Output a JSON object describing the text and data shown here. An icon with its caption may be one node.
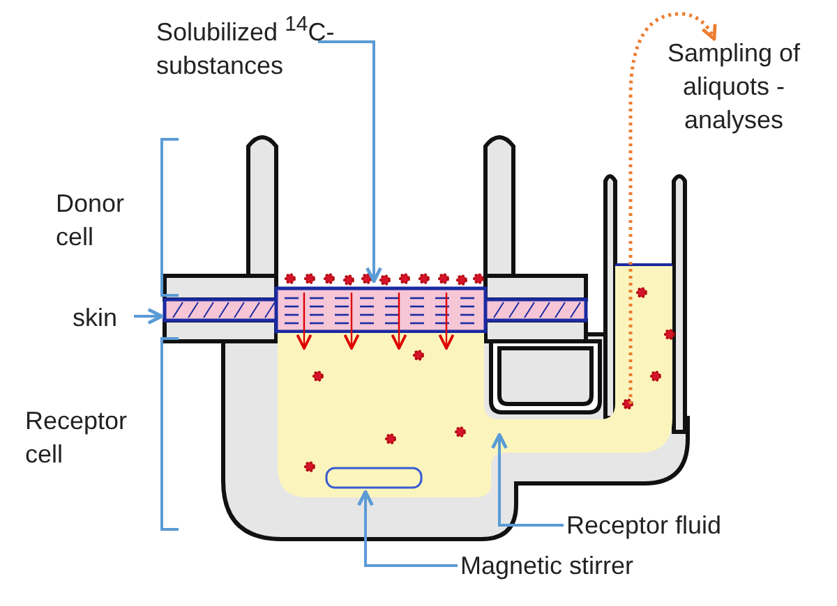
{
  "diagram": {
    "nodes": [
      {
        "text": [
          "Solubilized $^{14}$C-substances"
        ]
      },
      {
        "text": [],
        "shape": "bar"
      },
      {
        "text": [
          "skin"
        ]
      },
      {
        "text": [
          "Receptor fluid"
        ]
      },
      {
        "text": [],
        "shape": "picture"
      },
      {
        "text": [
          "Magnetic stirrer"
        ]
      },
      {
        "text": [],
        "shape": "cylinder",
        "in": 4
      },
      {
        "text": [
          "Sampling of aliquots - analyses"
        ]
      }
    ],
    "edges": [
      {
        "from": 0,
        "to": 1,
        "arrow": "to"
      },
      {
        "from": 2,
        "to": 1,
        "arrow": "to"
      },
      {
        "from": 3,
        "to": 4,
        "arrow": "to"
      },
      {
        "from": 5,
        "to": 6,
        "arrow": "to"
      },
      {
        "from": 4,
        "to": 7,
        "arrow": "to",
        "style": "dashed",
        "color": "#ed7d31"
      }
    ],
    "labels": [
      "Donor cell",
      "Receptor cell"
    ]
  }
}
